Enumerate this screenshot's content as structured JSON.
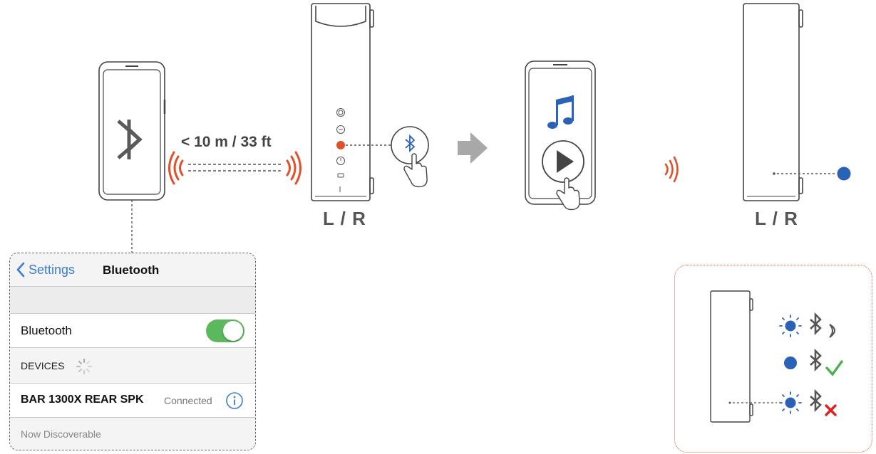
{
  "distance_label": "< 10 m / 33 ft",
  "speaker_label_1": "L / R",
  "speaker_label_2": "L / R",
  "colors": {
    "signal": "#e0502a",
    "bluetooth_blue": "#2a62b8",
    "led_blue": "#2a62b8",
    "toggle_green": "#5cb85c",
    "check_green": "#4caf50",
    "cross_red": "#e02020",
    "ios_blue": "#3a7bd5",
    "arrow_gray": "#a8a8a8",
    "line": "#555555"
  },
  "settings": {
    "back_label": "Settings",
    "title": "Bluetooth",
    "bluetooth_label": "Bluetooth",
    "bluetooth_on": true,
    "devices_label": "DEVICES",
    "device_name": "BAR 1300X REAR SPK",
    "device_status": "Connected",
    "discoverable_label": "Now Discoverable"
  },
  "legend": [
    {
      "led": "flashing-blue-led",
      "icon": "bluetooth-icon",
      "status": "moon-icon"
    },
    {
      "led": "solid-blue-led",
      "icon": "bluetooth-icon",
      "status": "check-icon"
    },
    {
      "led": "flashing-blue-led",
      "icon": "bluetooth-icon",
      "status": "cross-icon"
    }
  ]
}
